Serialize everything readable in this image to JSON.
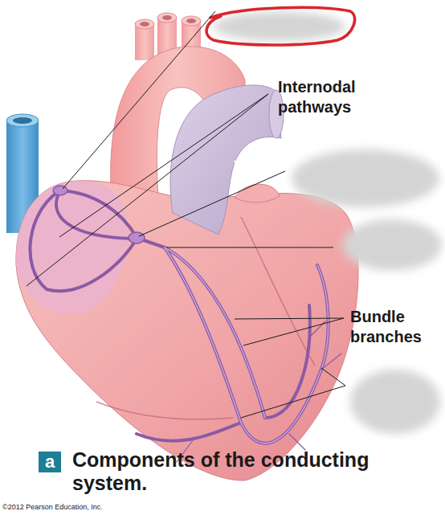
{
  "diagram": {
    "caption": "Components of the conducting system.",
    "nodes": [
      {
        "text": [
          "a"
        ]
      }
    ],
    "labels": [
      "Internodal pathways",
      "Bundle branches",
      "©2012 Pearson Education, Inc."
    ]
  }
}
